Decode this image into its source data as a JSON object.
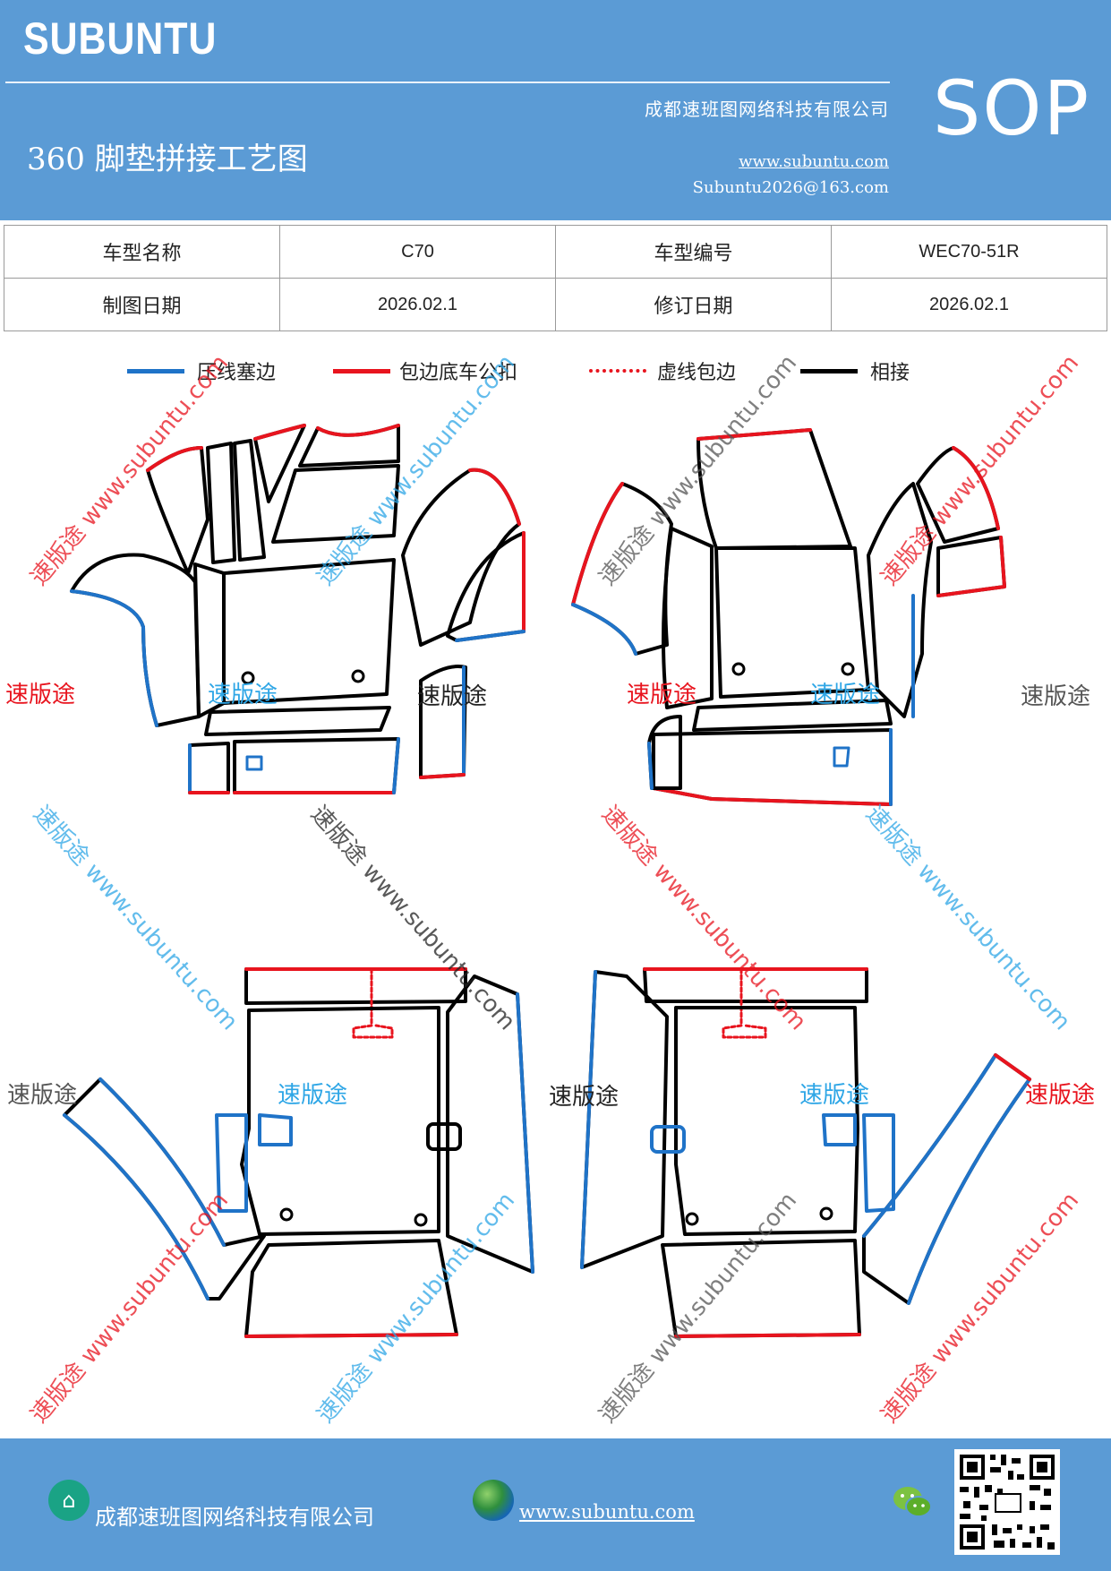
{
  "header": {
    "brand": "SUBUNTU",
    "company": "成都速班图网络科技有限公司",
    "title": "360 脚垫拼接工艺图",
    "website": "www.subuntu.com",
    "email": "Subuntu2026@163.com",
    "badge": "SOP"
  },
  "info": {
    "model_name_label": "车型名称",
    "model_name": "C70",
    "model_code_label": "车型编号",
    "model_code": "WEC70-51R",
    "draw_date_label": "制图日期",
    "draw_date": "2026.02.1",
    "revise_date_label": "修订日期",
    "revise_date": "2026.02.1"
  },
  "legend": [
    {
      "label": "压线塞边",
      "color": "#1f73c8",
      "style": "solid"
    },
    {
      "label": "包边底车公扣",
      "color": "#e8141e",
      "style": "solid"
    },
    {
      "label": "虚线包边",
      "color": "#e8141e",
      "style": "dotted"
    },
    {
      "label": "相接",
      "color": "#000000",
      "style": "solid"
    }
  ],
  "watermarks": {
    "brand": "速版途",
    "url": "www.subuntu.com",
    "brand_url": "速版途 www.subuntu.com"
  },
  "colors": {
    "header_bg": "#5b9bd5",
    "blue_edge": "#1f73c8",
    "red_edge": "#e8141e",
    "black_edge": "#000000",
    "wm_red": "#e8141e",
    "wm_cyan": "#2ea6e6",
    "wm_gray": "#555555"
  },
  "footer": {
    "company": "成都速班图网络科技有限公司",
    "website": "www.subuntu.com",
    "icons": [
      "home-icon",
      "globe-icon",
      "wechat-icon",
      "qr-code"
    ]
  }
}
